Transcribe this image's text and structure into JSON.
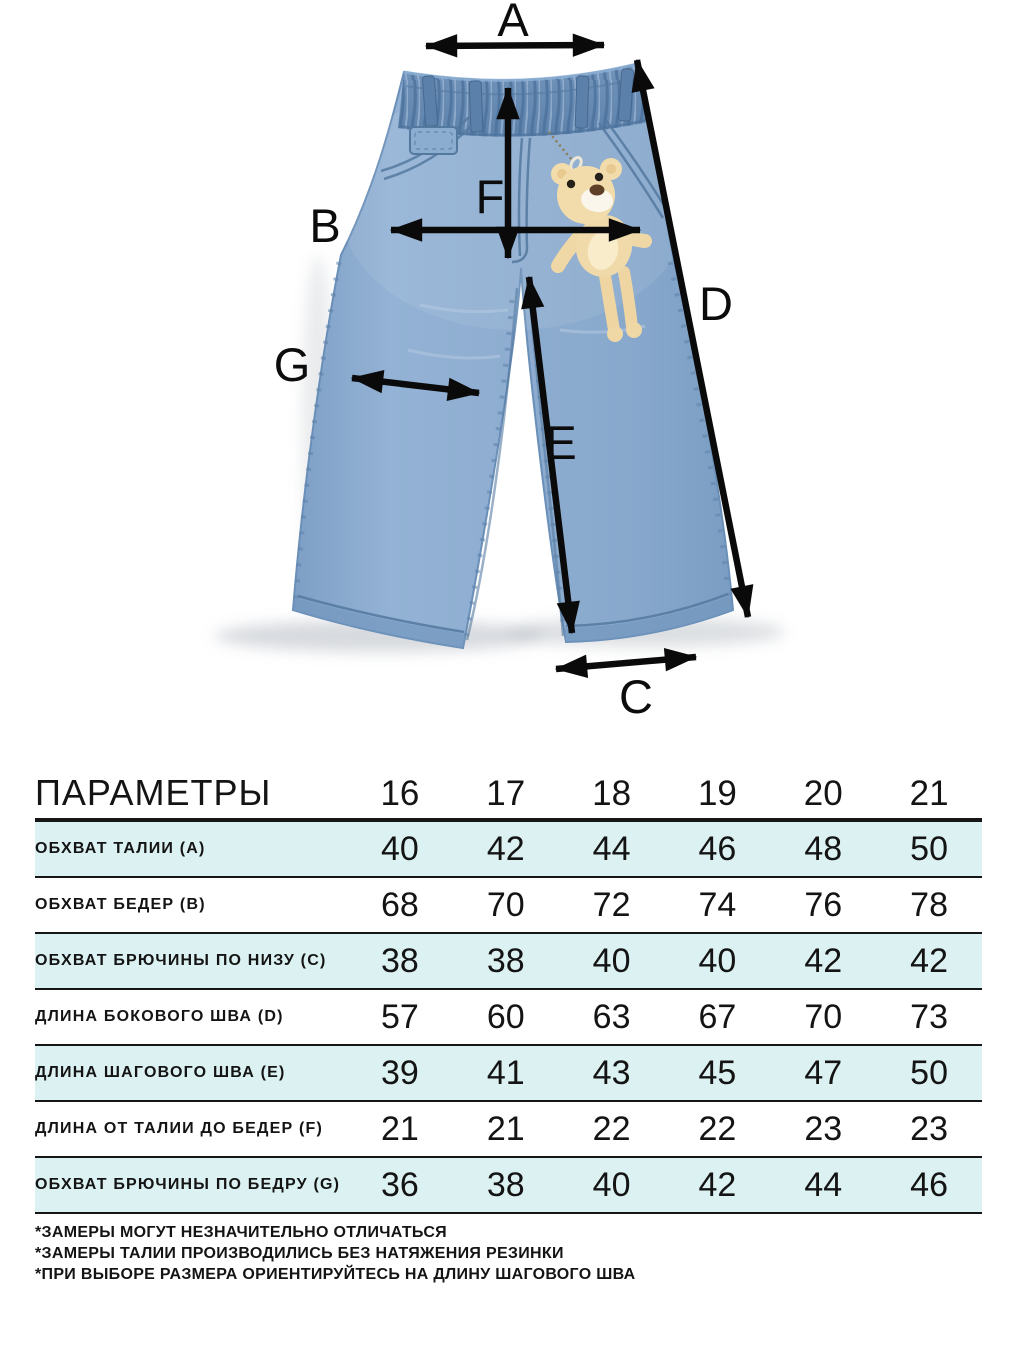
{
  "diagram": {
    "letters": [
      "A",
      "B",
      "C",
      "D",
      "E",
      "F",
      "G"
    ],
    "colors": {
      "denim": "#8eadd0",
      "waistband": "#5d82ab",
      "bear": "#f1daa9",
      "arrow": "#0a0a0a",
      "row_highlight": "#dcf1f2"
    }
  },
  "table": {
    "param_label": "ПАРАМЕТРЫ",
    "sizes": [
      "16",
      "17",
      "18",
      "19",
      "20",
      "21"
    ],
    "rows": [
      {
        "label": "ОБХВАТ ТАЛИИ (A)",
        "values": [
          "40",
          "42",
          "44",
          "46",
          "48",
          "50"
        ],
        "highlight": true
      },
      {
        "label": "ОБХВАТ БЕДЕР (B)",
        "values": [
          "68",
          "70",
          "72",
          "74",
          "76",
          "78"
        ],
        "highlight": false
      },
      {
        "label": "ОБХВАТ БРЮЧИНЫ ПО НИЗУ (C)",
        "values": [
          "38",
          "38",
          "40",
          "40",
          "42",
          "42"
        ],
        "highlight": true
      },
      {
        "label": "ДЛИНА БОКОВОГО ШВА (D)",
        "values": [
          "57",
          "60",
          "63",
          "67",
          "70",
          "73"
        ],
        "highlight": false
      },
      {
        "label": "ДЛИНА ШАГОВОГО ШВА (E)",
        "values": [
          "39",
          "41",
          "43",
          "45",
          "47",
          "50"
        ],
        "highlight": true
      },
      {
        "label": "ДЛИНА ОТ ТАЛИИ ДО БЕДЕР (F)",
        "values": [
          "21",
          "21",
          "22",
          "22",
          "23",
          "23"
        ],
        "highlight": false
      },
      {
        "label": "ОБХВАТ БРЮЧИНЫ ПО БЕДРУ (G)",
        "values": [
          "36",
          "38",
          "40",
          "42",
          "44",
          "46"
        ],
        "highlight": true
      }
    ],
    "footnotes": [
      "*ЗАМЕРЫ МОГУТ НЕЗНАЧИТЕЛЬНО ОТЛИЧАТЬСЯ",
      "*ЗАМЕРЫ ТАЛИИ ПРОИЗВОДИЛИСЬ БЕЗ НАТЯЖЕНИЯ РЕЗИНКИ",
      "*ПРИ ВЫБОРЕ РАЗМЕРА ОРИЕНТИРУЙТЕСЬ НА ДЛИНУ ШАГОВОГО ШВА"
    ]
  }
}
